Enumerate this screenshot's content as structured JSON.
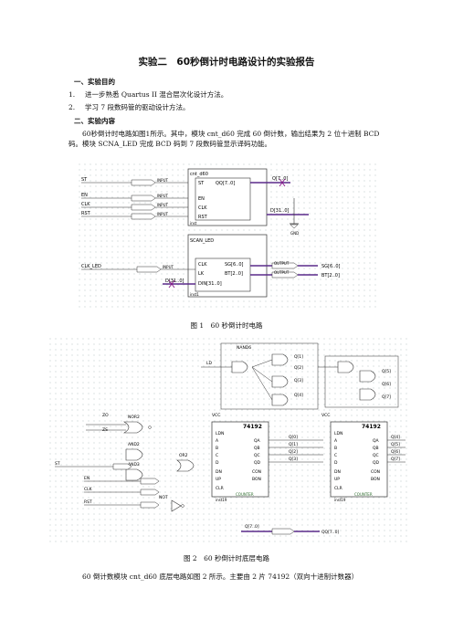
{
  "title": "实验二　60秒倒计时电路设计的实验报告",
  "section1": {
    "heading": "一、实验目的",
    "items": [
      {
        "num": "1.",
        "text": "进一步熟悉 Quartus II 混合层次化设计方法。"
      },
      {
        "num": "2.",
        "text": "学习 7 段数码管的驱动设计方法。"
      }
    ]
  },
  "section2": {
    "heading": "二、实验内容",
    "paragraph": "60秒倒计时电路如图1所示。其中，模块 cnt_d60 完成 60 倒计数，输出结果为 2 位十进制 BCD 码。模块 SCNA_LED 完成 BCD 码到 7 段数码管显示译码功能。"
  },
  "figure1": {
    "caption": "图 1　60 秒倒计时电路",
    "inputs": [
      "ST",
      "EN",
      "CLK",
      "RST",
      "CLK_LED"
    ],
    "input_tag": "INPUT",
    "output_tag": "OUTPUT",
    "block_cnt": {
      "name": "cnt_d60",
      "ports": [
        "ST",
        "EN",
        "CLK",
        "RST"
      ],
      "out": "QQ[7..0]",
      "inst": "inst"
    },
    "block_scan": {
      "name": "SCAN_LED",
      "ports": [
        "CLK",
        "LK",
        "DIN[31..0]"
      ],
      "outs": [
        "SG[6..0]",
        "BT[2..0]"
      ],
      "inst": "inst1"
    },
    "bus_q": "Q[7..0]",
    "bus_d": "D[31..0]",
    "gnd": "GND",
    "outputs": [
      "SG[6..0]",
      "BT[2..0]"
    ]
  },
  "figure2": {
    "caption": "图 2　60 秒倒计时底层电路",
    "gate_labels": [
      "NAND6",
      "NOR2",
      "AND2",
      "AND3",
      "OR2",
      "NOT"
    ],
    "counter_name": "74192",
    "counter_ports_left": [
      "LDN",
      "A",
      "B",
      "C",
      "D",
      "DN",
      "UP",
      "CLR"
    ],
    "counter_ports_right": [
      "QA",
      "QB",
      "QC",
      "QD",
      "CON",
      "BON"
    ],
    "counter_label": "COUNTER",
    "counter_insts": [
      "inst19",
      "inst19"
    ],
    "inputs": [
      "ST",
      "EN",
      "CLK",
      "RST"
    ],
    "vcc": "VCC",
    "bus_out": "QQ[7..0]",
    "bus_in": "Q[7..0]",
    "net_labels": [
      "LD",
      "ZO",
      "ZS",
      "Q[0]",
      "Q[1]",
      "Q[2]",
      "Q[3]",
      "Q[4]",
      "Q[5]",
      "Q[6]",
      "Q[7]"
    ]
  },
  "trailing": "60 倒计数模块 cnt_d60 底层电路如图 2 所示。主要由 2 片 74192（双向十进制计数器）"
}
